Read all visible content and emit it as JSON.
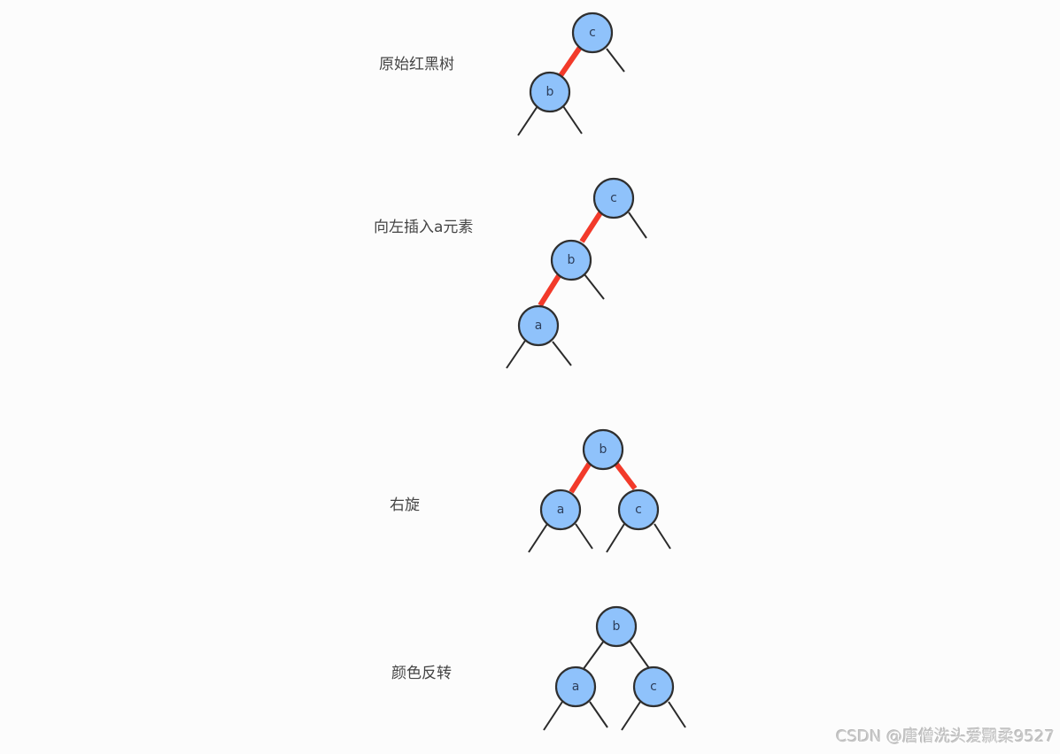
{
  "steps": [
    {
      "label": "原始红黑树"
    },
    {
      "label": "向左插入a元素"
    },
    {
      "label": "右旋"
    },
    {
      "label": "颜色反转"
    }
  ],
  "nodes": {
    "a": "a",
    "b": "b",
    "c": "c"
  },
  "colors": {
    "node_fill": "#8fc2fb",
    "red_link": "#f23a2a",
    "black_link": "#2b2b2b",
    "background": "#fcfcfc"
  },
  "watermark": "CSDN @唐僧洗头爱飘柔9527"
}
